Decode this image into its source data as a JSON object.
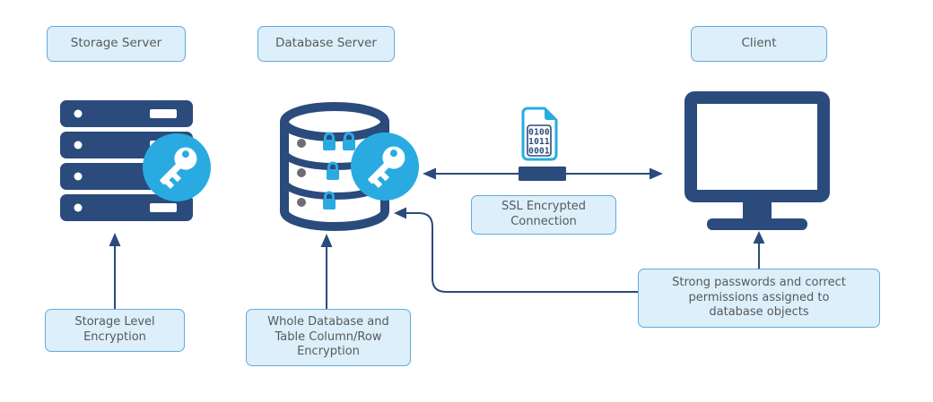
{
  "colors": {
    "navy": "#2A4B7C",
    "cyan": "#29ABE2",
    "box_fill": "#DCEFFA",
    "box_border": "#64A9DC",
    "label_text": "#58595B",
    "dot_gray": "#6D6E71"
  },
  "nodes": {
    "storage_server": {
      "label": "Storage Server",
      "icon": "server-rack-icon"
    },
    "database_server": {
      "label": "Database Server",
      "icon": "database-icon"
    },
    "client": {
      "label": "Client",
      "icon": "monitor-icon"
    }
  },
  "annotations": {
    "storage_encryption": {
      "text": "Storage Level Encryption",
      "lines": [
        "Storage Level",
        "Encryption"
      ]
    },
    "database_encryption": {
      "text": "Whole Database and Table Column/Row Encryption",
      "lines": [
        "Whole Database and",
        "Table Column/Row",
        "Encryption"
      ]
    },
    "ssl_connection": {
      "text": "SSL Encrypted Connection",
      "lines": [
        "SSL Encrypted",
        "Connection"
      ]
    },
    "client_security": {
      "text": "Strong passwords and correct permissions assigned to database objects",
      "lines": [
        "Strong passwords and correct",
        "permissions assigned to",
        "database objects"
      ]
    }
  },
  "icons": {
    "key_badge": "key-icon",
    "padlock": "padlock-icon",
    "binary_file": {
      "name": "binary-file-icon",
      "lines": [
        "0100",
        "1011",
        "0001"
      ]
    }
  }
}
